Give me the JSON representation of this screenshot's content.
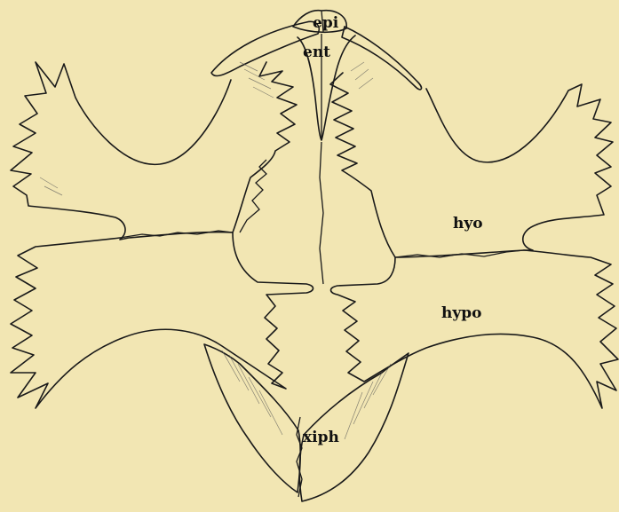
{
  "labels": {
    "epi": "epi",
    "ent": "ent",
    "hyo": "hyo",
    "hypo": "hypo",
    "xiph": "xiph"
  }
}
